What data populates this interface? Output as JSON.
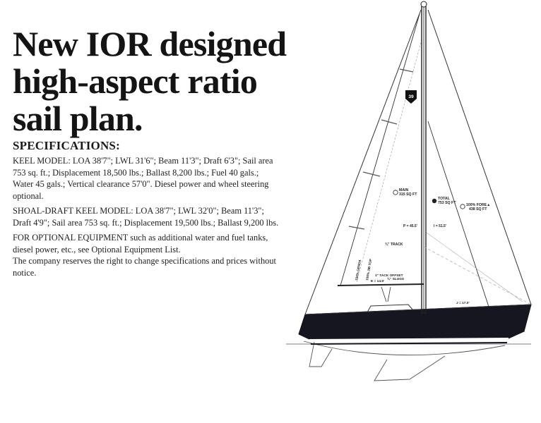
{
  "headline": {
    "line1": "New IOR designed",
    "line2": "high-aspect ratio",
    "line3": "sail plan."
  },
  "specifications": {
    "title": "SPECIFICATIONS:",
    "keel_model": "KEEL MODEL: LOA 38'7\"; LWL 31'6\"; Beam 11'3\"; Draft 6'3\"; Sail area 753 sq. ft.; Displacement 18,500 lbs.; Ballast 8,200 lbs.; Fuel 40 gals.; Water 45 gals.; Vertical clearance 57'0\". Diesel power and wheel steering optional.",
    "shoal_draft_model": "SHOAL-DRAFT KEEL MODEL: LOA 38'7\"; LWL 32'0\"; Beam 11'3\"; Draft 4'9\"; Sail area 753 sq. ft.; Displacement 19,500 lbs.; Ballast 9,200 lbs.",
    "optional_equipment_lead": "FOR OPTIONAL EQUIPMENT",
    "optional_equipment_rest": " such as additional water and fuel tanks, diesel power, etc., see Optional Equipment List.",
    "disclaimer": "The company reserves the right to change specifications and prices without notice."
  },
  "sail_plan": {
    "class_badge": "39",
    "main_label": "MAIN",
    "main_area": "315 SQ FT",
    "total_label": "TOTAL",
    "total_area": "753 SQ FT",
    "fore_label": "100% FORE▲",
    "fore_area": "438 SQ FT",
    "p_dim": "P = 45.5'",
    "i_dim": "I = 51.5'",
    "track": "¾\" TRACK",
    "jib_top": "105% JIB TOP",
    "genoa": "150% GENOA",
    "tack_offset": "1\" TACK OFFSET",
    "slugs": "¾\" SLUGS",
    "e_dim": "E = 14.5'",
    "j_dim": "J = 17.0'",
    "colors": {
      "hull": "#161621",
      "line": "#333333",
      "paper": "#ffffff"
    }
  }
}
